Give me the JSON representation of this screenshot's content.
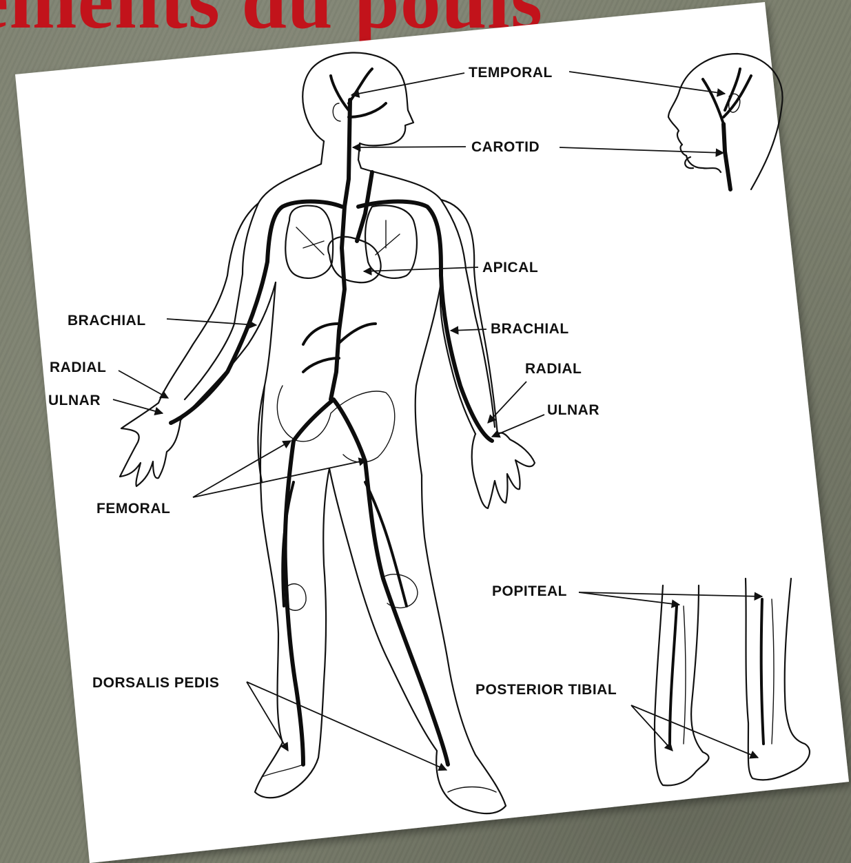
{
  "slide": {
    "title": "ements du pouls"
  },
  "labels": {
    "temporal": "TEMPORAL",
    "carotid": "CAROTID",
    "apical": "APICAL",
    "brachial_left": "BRACHIAL",
    "radial_left": "RADIAL",
    "ulnar_left": "ULNAR",
    "brachial_right": "BRACHIAL",
    "radial_right": "RADIAL",
    "ulnar_right": "ULNAR",
    "femoral": "FEMORAL",
    "popiteal": "POPITEAL",
    "posterior_tibial": "POSTERIOR TIBIAL",
    "dorsalis_pedis": "DORSALIS PEDIS"
  },
  "colors": {
    "title": "#c2131b",
    "background": "#7b7f6d",
    "card": "#ffffff",
    "ink": "#111111"
  }
}
